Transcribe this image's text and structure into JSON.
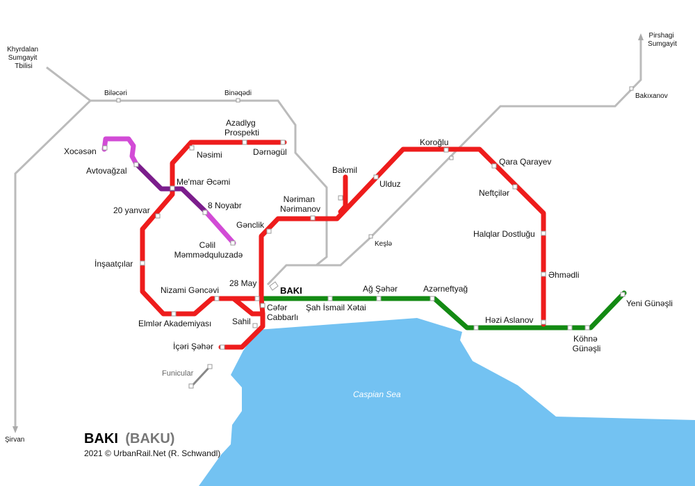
{
  "colors": {
    "red_line": "#ee1c1c",
    "green_line": "#138a13",
    "purple_line": "#7b1d8c",
    "violet_line": "#d24bd6",
    "rail": "#bbbbbb",
    "sea": "#73c2f2",
    "funicular": "#888888"
  },
  "title": {
    "main": "BAKI",
    "sub": "(BAKU)"
  },
  "credit": "2021 © UrbanRail.Net (R. Schwandl)",
  "sea_label": "Caspian Sea",
  "funicular_label": "Funicular",
  "rail_labels": {
    "west_terminus": [
      "Khyrdalan",
      "Sumgayit",
      "Tbilisi"
    ],
    "biladjari": "Biləcəri",
    "binaqadi": "Binəqədi",
    "pirshagi": [
      "Pirshagi",
      "Sumgayit"
    ],
    "bakixanov": "Bakıxanov",
    "kesla": "Keşlə",
    "shirvan": "Şirvan"
  },
  "stations": {
    "xocesen": "Xocəsən",
    "avtovagzal": "Avtovağzal",
    "memar_acemi": "Me'mar Əcəmi",
    "8_noyabr": "8 Noyabr",
    "celil": [
      "Cəlil",
      "Məmmədquluzadə"
    ],
    "nesimi": "Nəsimi",
    "azadlyg": [
      "Azadlyg",
      "Prospekti"
    ],
    "dernegul": "Dərnəgül",
    "20_yanvar": "20 yanvar",
    "insaatcilar": "İnşaatçılar",
    "elmler": "Elmlər Akademiyası",
    "nizami": "Nizami Gəncəvi",
    "28_may": "28 May",
    "baki": "BAKI",
    "sahil": "Sahil",
    "icari_sahar": "İçəri Şəhər",
    "cefer": [
      "Cəfər",
      "Cabbarlı"
    ],
    "sah_ismail": "Şah İsmail Xətai",
    "genclik": "Gənclik",
    "neriman": [
      "Nəriman",
      "Nərimanov"
    ],
    "bakmil": "Bakmil",
    "ulduz": "Ulduz",
    "koroglu": "Koroğlu",
    "qara_qarayev": "Qara Qarayev",
    "neftciler": "Neftçilər",
    "halqlar": "Halqlar Dostluğu",
    "ehmedli": "Əhmədli",
    "hezi": "Həzi Aslanov",
    "ag_seher": "Ağ Şəhər",
    "azerneftyag": "Azərneftyağ",
    "kohne": [
      "Köhnə",
      "Günəşli"
    ],
    "yeni": "Yeni Günəşli"
  }
}
